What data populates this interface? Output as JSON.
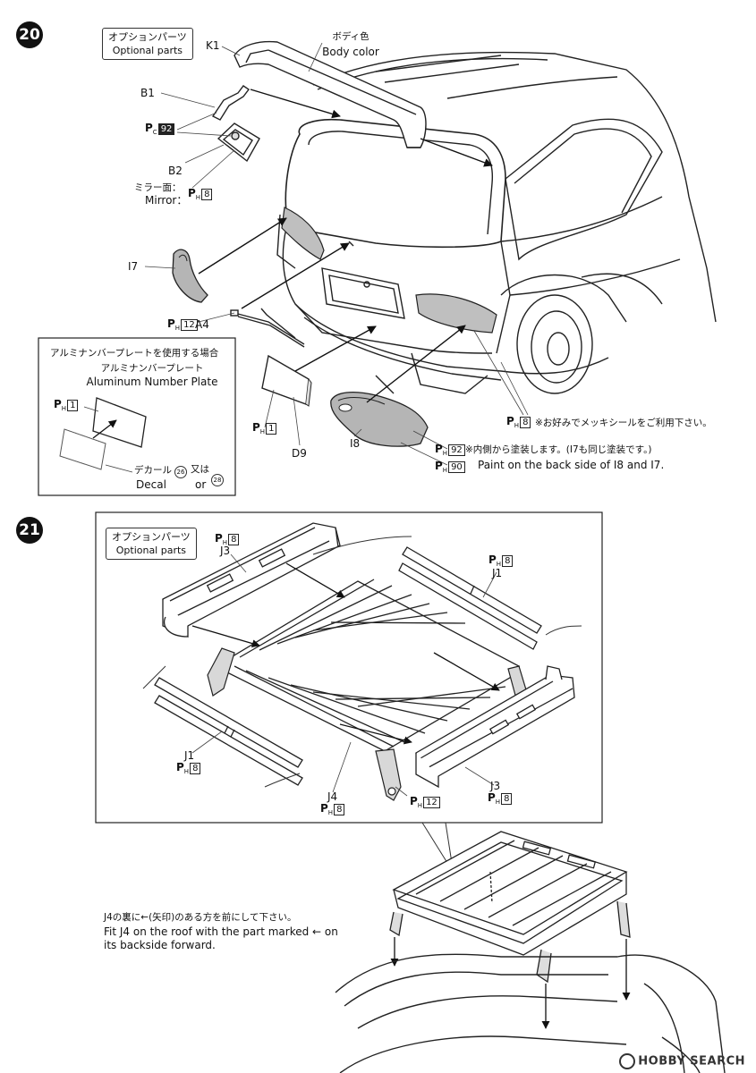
{
  "step20": {
    "number": "20",
    "optional_box": {
      "jp": "オプションパーツ",
      "en": "Optional parts"
    },
    "labels": {
      "k1": "K1",
      "body_color_jp": "ボディ色",
      "body_color_en": "Body color",
      "b1": "B1",
      "b2": "B2",
      "mirror_jp": "ミラー面：",
      "mirror_en": "Mirror：",
      "i7": "I7",
      "a4": "A4",
      "d9": "D9",
      "i8": "I8"
    },
    "paints": {
      "b1_pc": {
        "code": "C",
        "num": "92"
      },
      "mirror_ph": {
        "code": "H",
        "num": "8"
      },
      "a4_ph": {
        "code": "H",
        "num": "12"
      },
      "d9_ph": {
        "code": "H",
        "num": "1"
      },
      "i8_ph92": {
        "code": "H",
        "num": "92"
      },
      "i8_ph90": {
        "code": "H",
        "num": "90"
      },
      "chrome_ph": {
        "code": "H",
        "num": "8"
      }
    },
    "inset": {
      "title": "アルミナンバープレートを使用する場合",
      "plate_jp": "アルミナンバープレート",
      "plate_en": "Aluminum Number Plate",
      "paint": {
        "code": "H",
        "num": "1"
      },
      "decal_jp": "デカール",
      "decal_en": "Decal",
      "or_jp": "又は",
      "or_en": "or",
      "decal_a": "26",
      "decal_b": "28"
    },
    "notes": {
      "chrome": "※お好みでメッキシールをご利用下さい。",
      "inside_jp": "※内側から塗装します。(I7も同じ塗装です。)",
      "inside_en": "Paint on the back side of I8 and I7."
    }
  },
  "step21": {
    "number": "21",
    "optional_box": {
      "jp": "オプションパーツ",
      "en": "Optional parts"
    },
    "labels": {
      "j3_top": "J3",
      "j1_right": "J1",
      "j1_left": "J1",
      "j4": "J4",
      "j3_bottom": "J3"
    },
    "paints": {
      "j3_top": {
        "code": "H",
        "num": "8"
      },
      "j1_right": {
        "code": "H",
        "num": "8"
      },
      "j1_left": {
        "code": "H",
        "num": "8"
      },
      "j4": {
        "code": "H",
        "num": "8"
      },
      "leg": {
        "code": "H",
        "num": "12"
      },
      "j3_bottom": {
        "code": "H",
        "num": "8"
      }
    },
    "notes": {
      "jp": "J4の裏に←(矢印)のある方を前にして下さい。",
      "en1": "Fit J4 on the roof with the part marked ← on",
      "en2": "its backside forward."
    }
  },
  "watermark": "HOBBY SEARCH"
}
